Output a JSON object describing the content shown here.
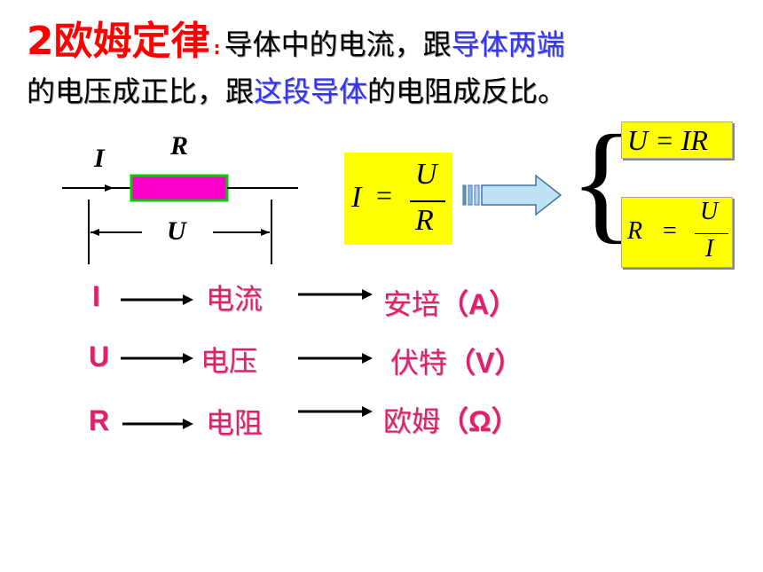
{
  "heading": {
    "number_title": "2欧姆定律",
    "colon": ":",
    "line1_plain": "导体中的电流，跟",
    "line1_blue": "导体两端",
    "line2_a": "的电压成正比，跟",
    "line2_blue": "这段导体",
    "line2_b": "的电阻成反比。"
  },
  "circuit": {
    "current_label": "I",
    "resistor_label": "R",
    "voltage_label": "U"
  },
  "main_formula": {
    "lhs": "I",
    "eq": "=",
    "num": "U",
    "den": "R"
  },
  "derived": {
    "f1": "U = IR",
    "f2_lhs": "R",
    "f2_eq": "=",
    "f2_num": "U",
    "f2_den": "I"
  },
  "quantities": [
    {
      "symbol": "I",
      "name": "电流",
      "unit_name": "安培",
      "unit_symbol": "（A）"
    },
    {
      "symbol": "U",
      "name": "电压",
      "unit_name": "伏特",
      "unit_symbol": "（V）"
    },
    {
      "symbol": "R",
      "name": "电阻",
      "unit_name": "欧姆",
      "unit_symbol": "（Ω）"
    }
  ],
  "colors": {
    "title_red": "#ff0000",
    "blue_text": "#3333ff",
    "magenta_text": "#e0206e",
    "resistor_fill": "#ff00cc",
    "resistor_border": "#00cc00",
    "formula_bg": "#ffff00"
  }
}
